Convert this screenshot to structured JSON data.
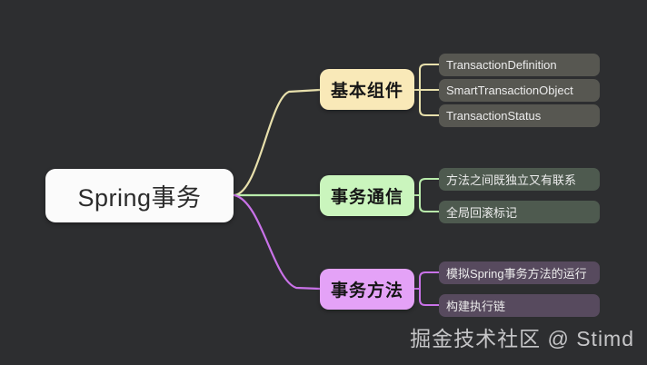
{
  "background_color": "#2d2e30",
  "root": {
    "label": "Spring事务",
    "fill": "#fbfbfb",
    "text_color": "#2b2b2b"
  },
  "branches": [
    {
      "id": "basic-components",
      "label": "基本组件",
      "fill": "#f9e9b8",
      "link_color": "#e8e0ac",
      "leaf_fill": "#575751",
      "children": [
        {
          "label": "TransactionDefinition"
        },
        {
          "label": "SmartTransactionObject"
        },
        {
          "label": "TransactionStatus"
        }
      ]
    },
    {
      "id": "transaction-communication",
      "label": "事务通信",
      "fill": "#caf5bd",
      "link_color": "#b9ecab",
      "leaf_fill": "#4e5a4f",
      "children": [
        {
          "label": "方法之间既独立又有联系"
        },
        {
          "label": "全局回滚标记"
        }
      ]
    },
    {
      "id": "transaction-method",
      "label": "事务方法",
      "fill": "#e4a2f7",
      "link_color": "#c972e8",
      "leaf_fill": "#574a5e",
      "children": [
        {
          "label": "模拟Spring事务方法的运行"
        },
        {
          "label": "构建执行链"
        }
      ]
    }
  ],
  "watermark": {
    "text": "掘金技术社区 @ Stimd"
  }
}
